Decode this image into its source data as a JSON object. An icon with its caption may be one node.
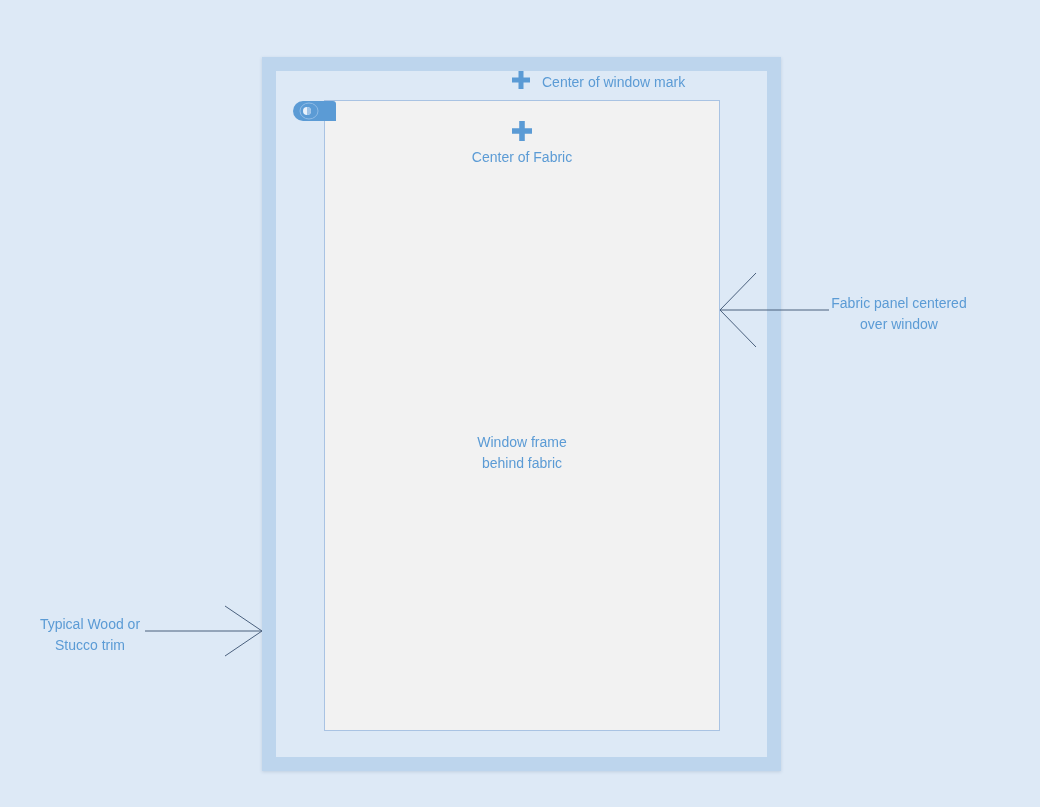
{
  "diagram": {
    "nodes": [
      {
        "text": [
          "Center of window mark"
        ]
      },
      {
        "text": [
          "Center of Fabric",
          "Window frame behind fabric"
        ],
        "in": 0
      },
      {
        "text": [
          "Fabric panel centered over window"
        ]
      },
      {
        "text": [
          "Typical Wood or Stucco trim"
        ]
      }
    ],
    "edges": [
      {
        "from": 2,
        "to": 1,
        "arrow": "to"
      },
      {
        "from": 3,
        "to": 0,
        "arrow": "to"
      }
    ]
  }
}
